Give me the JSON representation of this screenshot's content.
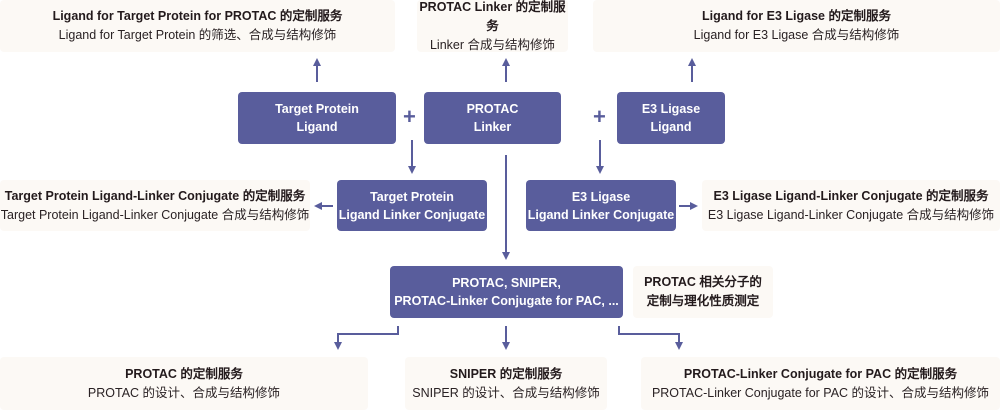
{
  "colors": {
    "node": "#595d9c",
    "info_bg": "#fcf9f5",
    "arrow": "#595d9c",
    "text": "#231a1c"
  },
  "services_top": [
    {
      "title": "Ligand for Target Protein for PROTAC 的定制服务",
      "subtitle": "Ligand for Target Protein 的筛选、合成与结构修饰"
    },
    {
      "title": "PROTAC Linker 的定制服务",
      "subtitle": "Linker 合成与结构修饰"
    },
    {
      "title": "Ligand for E3 Ligase 的定制服务",
      "subtitle": "Ligand for E3 Ligase 合成与结构修饰"
    }
  ],
  "components": [
    {
      "line1": "Target Protein",
      "line2": "Ligand"
    },
    {
      "line1": "PROTAC",
      "line2": "Linker"
    },
    {
      "line1": "E3 Ligase",
      "line2": "Ligand"
    }
  ],
  "plus_sign": "+",
  "conjugates": [
    {
      "line1": "Target Protein",
      "line2": "Ligand Linker Conjugate"
    },
    {
      "line1": "E3 Ligase",
      "line2": "Ligand Linker Conjugate"
    }
  ],
  "services_conjugate": [
    {
      "title": "Target Protein Ligand-Linker Conjugate 的定制服务",
      "subtitle": "Target Protein Ligand-Linker Conjugate 合成与结构修饰"
    },
    {
      "title": "E3 Ligase Ligand-Linker Conjugate 的定制服务",
      "subtitle": "E3 Ligase Ligand-Linker Conjugate 合成与结构修饰"
    }
  ],
  "final_product": {
    "line1": "PROTAC, SNIPER,",
    "line2": "PROTAC-Linker Conjugate for PAC, ..."
  },
  "final_note": {
    "line1": "PROTAC 相关分子的",
    "line2": "定制与理化性质测定"
  },
  "services_bottom": [
    {
      "title": "PROTAC 的定制服务",
      "subtitle": "PROTAC 的设计、合成与结构修饰"
    },
    {
      "title": "SNIPER 的定制服务",
      "subtitle": "SNIPER 的设计、合成与结构修饰"
    },
    {
      "title": "PROTAC-Linker Conjugate for PAC 的定制服务",
      "subtitle": "PROTAC-Linker Conjugate for PAC 的设计、合成与结构修饰"
    }
  ]
}
